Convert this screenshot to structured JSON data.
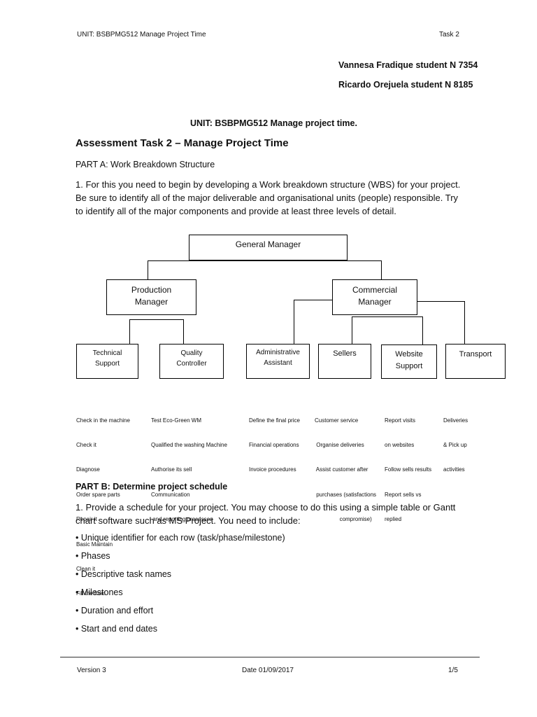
{
  "header": {
    "unit": "UNIT: BSBPMG512 Manage Project Time",
    "task": "Task 2"
  },
  "students": [
    "Vannesa Fradique student N 7354",
    "Ricardo Orejuela student N 8185"
  ],
  "unit_title": "UNIT: BSBPMG512 Manage project time.",
  "title": "Assessment Task 2 – Manage Project Time",
  "part_a": {
    "heading": "PART A: Work Breakdown Structure",
    "instructions": [
      "1. For this you need to begin by developing a Work breakdown structure (WBS) for your project.",
      "Be sure to identify all of the major deliverable and organisational units (people) responsible. Try",
      "to identify all of the major components and provide at least three levels of detail."
    ]
  },
  "wbs": {
    "root": "General Manager",
    "production": [
      "Production",
      "Manager"
    ],
    "commercial": [
      "Commercial",
      "Manager"
    ],
    "units": {
      "technical": [
        "Technical",
        "Support"
      ],
      "quality": [
        "Quality",
        "Controller"
      ],
      "administrative": [
        "Administrative",
        "Assistant"
      ],
      "sellers": "Sellers",
      "website": [
        "Website",
        "Support"
      ],
      "transport": "Transport"
    },
    "tasks": {
      "technical": [
        "Check in the machine",
        "Check it",
        "Diagnose",
        "Order spare parts",
        "Repair it",
        "Basic Maintain",
        "Clean it",
        "Fill the form"
      ],
      "quality": [
        "Test Eco-Green WM",
        "Qualified the washing Machine",
        "Authorise its sell",
        "Communication",
        " and reporting processes"
      ],
      "administrative": [
        "Define the final price",
        "Financial operations",
        "Invoice procedures"
      ],
      "sellers": [
        "Customer service",
        " Organise deliveries",
        " Assist customer after",
        " purchases (satisfactions",
        "                compromise)"
      ],
      "website": [
        "Report visits",
        "on websites",
        "Follow sells results",
        "Report sells vs",
        "replied"
      ],
      "transport": [
        "Deliveries",
        "& Pick up",
        "activities"
      ]
    }
  },
  "part_b": {
    "heading": "PART B: Determine project schedule",
    "instructions": [
      "1. Provide a schedule for your project. You may choose to do this using a simple table or Gantt",
      "chart software such as MS Project. You need to include:"
    ],
    "bullets": [
      "• Unique identifier for each row (task/phase/milestone)",
      "• Phases",
      "• Descriptive task names",
      "• Milestones",
      "• Duration and effort",
      "• Start and end dates"
    ]
  },
  "footer": {
    "version": "Version 3",
    "date": "Date 01/09/2017",
    "page": "1/5"
  }
}
